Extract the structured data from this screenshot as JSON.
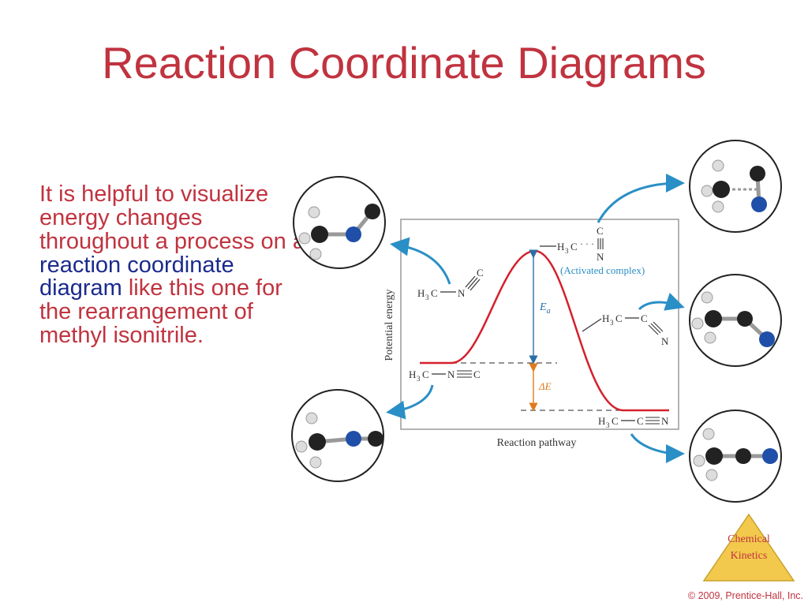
{
  "slide": {
    "title": "Reaction Coordinate Diagrams",
    "body_before": "It is helpful to visualize energy changes throughout a process on a",
    "body_highlight": "reaction coordinate diagram",
    "body_after": "like this one for the rearrangement of methyl isonitrile.",
    "footer": "© 2009, Prentice-Hall, Inc."
  },
  "badge": {
    "line1": "Chemical",
    "line2": "Kinetics",
    "color": "#f2c94c"
  },
  "diagram": {
    "ylabel": "Potential energy",
    "xlabel": "Reaction pathway",
    "ea_label": "E",
    "ea_sub": "a",
    "de_label": "ΔE",
    "activated_complex": "(Activated complex)",
    "reactant_formula": "H3C—N≡C",
    "product_formula": "H3C—C≡N",
    "curve_color": "#d4202c",
    "arrow_color": "#2a8fc6",
    "ea_color": "#2a6fa8",
    "de_color": "#e07b1c"
  },
  "icons": [
    "methyl-isonitrile-model-icon",
    "bent-transition-model-icon",
    "activated-complex-model-icon",
    "near-linear-model-icon",
    "acetonitrile-model-icon"
  ]
}
